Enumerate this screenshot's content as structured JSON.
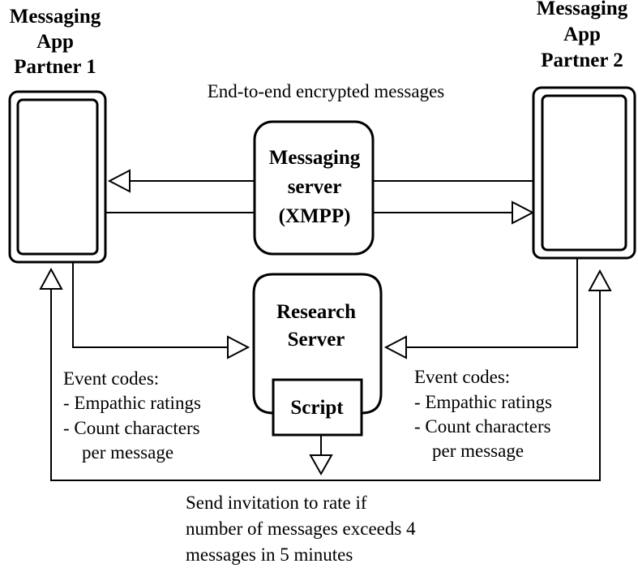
{
  "partner1": {
    "lines": [
      "Messaging",
      "App",
      "Partner 1"
    ]
  },
  "partner2": {
    "lines": [
      "Messaging",
      "App",
      "Partner 2"
    ]
  },
  "top_label": "End-to-end encrypted messages",
  "messaging_server": {
    "lines": [
      "Messaging",
      "server",
      "(XMPP)"
    ]
  },
  "research_server": {
    "lines": [
      "Research",
      "Server"
    ]
  },
  "script_label": "Script",
  "event_codes_left": [
    "Event codes:",
    "- Empathic ratings",
    "- Count characters",
    "per message"
  ],
  "event_codes_right": [
    "Event codes:",
    "- Empathic ratings",
    "- Count characters",
    "per message"
  ],
  "bottom_label": [
    "Send invitation to rate if",
    "number of messages exceeds 4",
    "messages in 5 minutes"
  ]
}
